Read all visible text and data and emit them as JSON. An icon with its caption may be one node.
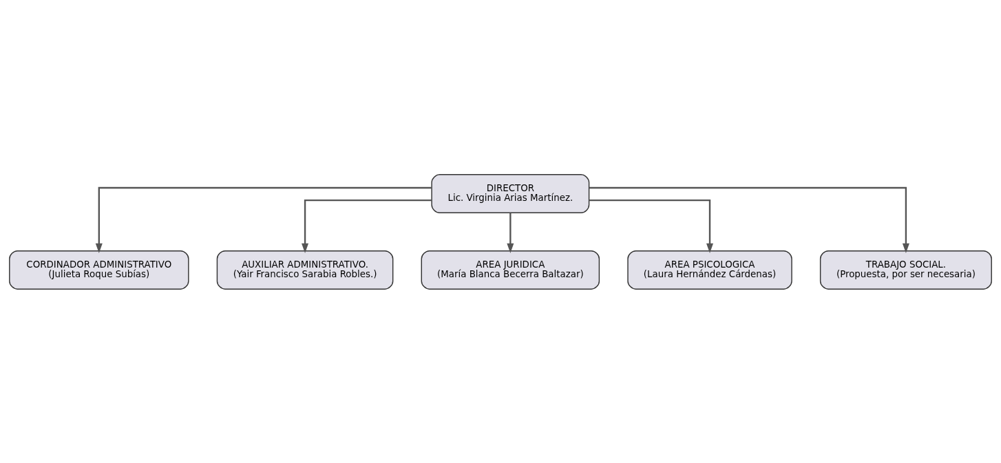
{
  "diagram": {
    "nodes": [
      {
        "text": [
          "DIRECTOR",
          "Lic. Virginia Arias Martínez."
        ]
      },
      {
        "text": [
          "AUXILIAR ADMINISTRATIVO.",
          "(Yair Francisco Sarabia Robles.)"
        ]
      },
      {
        "text": [
          "CORDINADOR ADMINISTRATIVO",
          "(Julieta Roque Subías)"
        ]
      },
      {
        "text": [
          "AREA JURIDICA",
          "(María Blanca Becerra Baltazar)"
        ]
      },
      {
        "text": [
          "AREA PSICOLOGICA",
          "(Laura Hernández Cárdenas)"
        ]
      },
      {
        "text": [
          "TRABAJO SOCIAL.",
          "(Propuesta, por ser necesaria)"
        ]
      }
    ],
    "edges": [
      {
        "from": 0,
        "to": 1,
        "arrow": "to"
      },
      {
        "from": 0,
        "to": 2,
        "arrow": "to"
      },
      {
        "from": 0,
        "to": 3,
        "arrow": "to"
      },
      {
        "from": 0,
        "to": 4,
        "arrow": "to"
      },
      {
        "from": 0,
        "to": 5,
        "arrow": "to"
      }
    ]
  }
}
